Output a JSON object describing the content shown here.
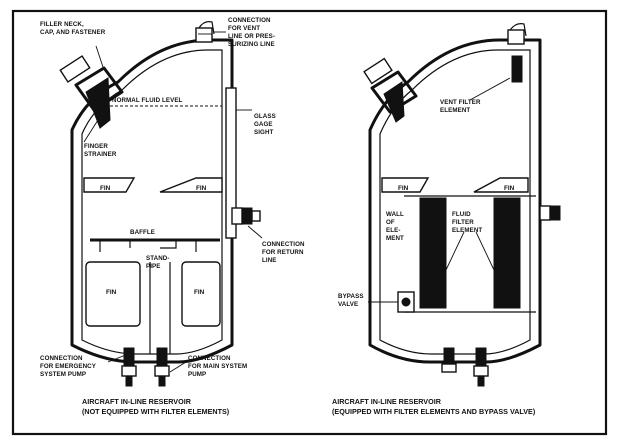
{
  "left": {
    "labels": {
      "filler_neck": [
        "FILLER NECK,",
        "CAP, AND FASTENER"
      ],
      "vent": [
        "CONNECTION",
        "FOR VENT",
        "LINE OR PRES-",
        "SURIZING LINE"
      ],
      "fluid_level": "NORMAL FLUID LEVEL",
      "glass_gage": [
        "GLASS",
        "GAGE",
        "SIGHT"
      ],
      "finger_strainer": [
        "FINGER",
        "STRAINER"
      ],
      "return_line": [
        "CONNECTION",
        "FOR RETURN",
        "LINE"
      ],
      "baffle": "BAFFLE",
      "standpipe": [
        "STAND-",
        "PIPE"
      ],
      "fin": "FIN",
      "emergency_pump": [
        "CONNECTION",
        "FOR EMERGENCY",
        "SYSTEM PUMP"
      ],
      "main_pump": [
        "CONNECTION",
        "FOR MAIN SYSTEM",
        "PUMP"
      ]
    },
    "caption": [
      "AIRCRAFT IN-LINE RESERVOIR",
      "(NOT EQUIPPED WITH FILTER ELEMENTS)"
    ]
  },
  "right": {
    "labels": {
      "vent_filter": [
        "VENT FILTER",
        "ELEMENT"
      ],
      "wall_of_element": [
        "WALL",
        "OF",
        "ELE-",
        "MENT"
      ],
      "fluid_filter": [
        "FLUID",
        "FILTER",
        "ELEMENT"
      ],
      "bypass_valve": [
        "BYPASS",
        "VALVE"
      ],
      "fin": "FIN"
    },
    "caption": [
      "AIRCRAFT IN-LINE RESERVOIR",
      "(EQUIPPED WITH FILTER ELEMENTS AND BYPASS VALVE)"
    ]
  }
}
